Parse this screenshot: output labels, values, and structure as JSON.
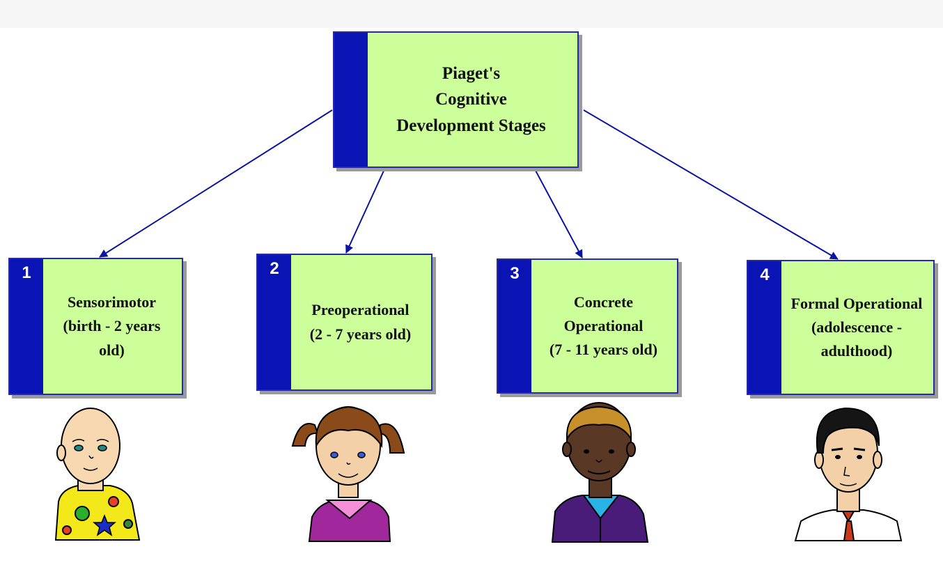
{
  "colors": {
    "box_fill": "#ccff99",
    "strip": "#0a14b4",
    "arrow": "#0a14a0",
    "border": "#2a2aa0"
  },
  "root": {
    "lines": [
      "Piaget's",
      "Cognitive",
      "Development Stages"
    ]
  },
  "stages": [
    {
      "number": "1",
      "lines": [
        "Sensorimotor",
        "(birth - 2 years",
        "old)"
      ],
      "figure": "baby-illustration"
    },
    {
      "number": "2",
      "lines": [
        "Preoperational",
        "(2 - 7 years old)"
      ],
      "figure": "girl-illustration"
    },
    {
      "number": "3",
      "lines": [
        "Concrete",
        "Operational",
        "(7 - 11 years old)"
      ],
      "figure": "boy-illustration"
    },
    {
      "number": "4",
      "lines": [
        "Formal Operational",
        "(adolescence -",
        "adulthood)"
      ],
      "figure": "man-illustration"
    }
  ]
}
